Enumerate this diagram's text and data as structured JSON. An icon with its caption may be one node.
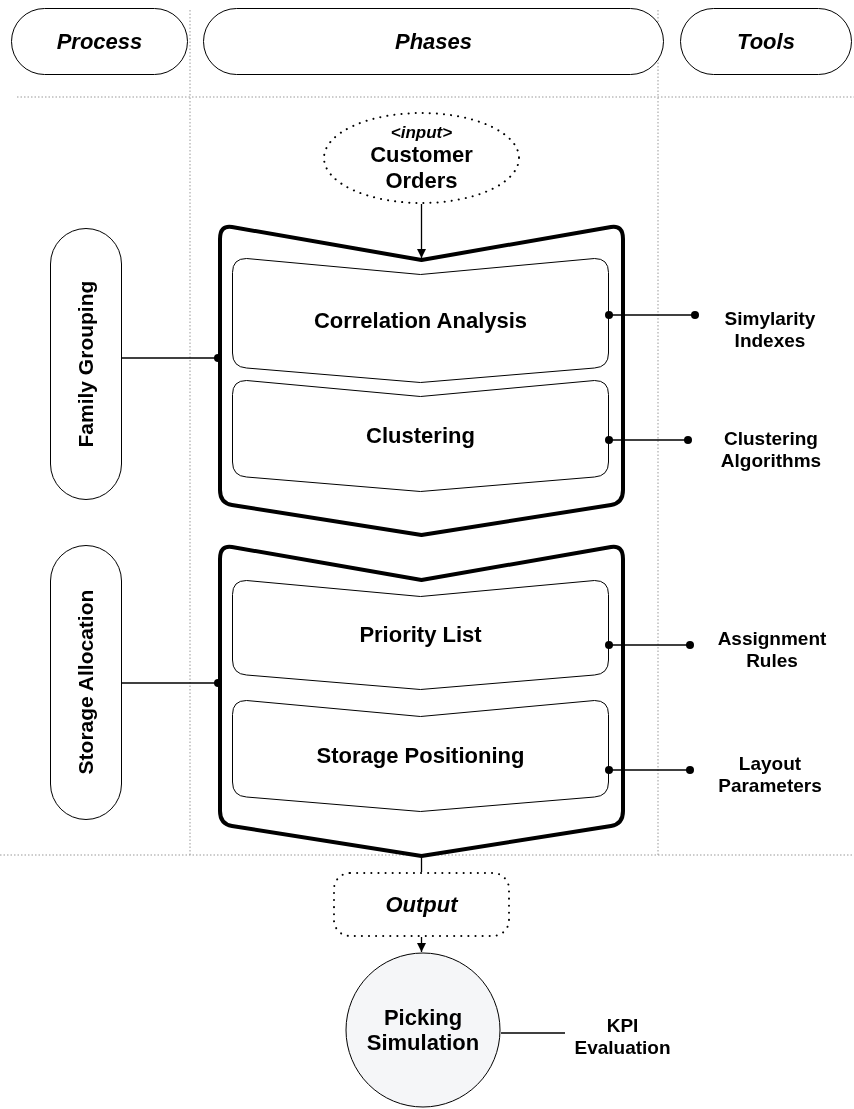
{
  "diagram": {
    "nodes": [
      {
        "text": [
          "Process"
        ]
      },
      {
        "text": [
          "Phases"
        ]
      },
      {
        "text": [
          "Tools"
        ]
      },
      {
        "text": [
          "<input>",
          "Customer Orders"
        ]
      },
      {
        "text": [
          "Family Grouping"
        ]
      },
      {
        "text": [],
        "shape": "chevron"
      },
      {
        "text": [
          "Correlation Analysis"
        ],
        "in": 5
      },
      {
        "text": [
          "Clustering"
        ],
        "in": 5
      },
      {
        "text": [
          "Simylarity Indexes"
        ]
      },
      {
        "text": [
          "Clustering Algorithms"
        ]
      },
      {
        "text": [
          "Storage Allocation"
        ]
      },
      {
        "text": [],
        "shape": "chevron"
      },
      {
        "text": [
          "Priority List"
        ],
        "in": 11
      },
      {
        "text": [
          "Storage Positioning"
        ],
        "in": 11
      },
      {
        "text": [
          "Assignment Rules"
        ]
      },
      {
        "text": [
          "Layout Parameters"
        ]
      },
      {
        "text": [
          "Output"
        ]
      },
      {
        "text": [
          "Picking Simulation"
        ]
      },
      {
        "text": [
          "KPI Evaluation"
        ]
      }
    ],
    "edges": [
      {
        "from": 3,
        "to": 5,
        "arrow": "to"
      },
      {
        "from": 4,
        "to": 5,
        "arrow": "other"
      },
      {
        "from": 6,
        "to": 8,
        "arrow": "other"
      },
      {
        "from": 7,
        "to": 9,
        "arrow": "other"
      },
      {
        "from": 10,
        "to": 11,
        "arrow": "other"
      },
      {
        "from": 12,
        "to": 14,
        "arrow": "other"
      },
      {
        "from": 13,
        "to": 15,
        "arrow": "other"
      },
      {
        "from": 11,
        "to": 16,
        "arrow": "none"
      },
      {
        "from": 16,
        "to": 17,
        "arrow": "to"
      },
      {
        "from": 17,
        "to": 18,
        "arrow": "none"
      }
    ]
  }
}
